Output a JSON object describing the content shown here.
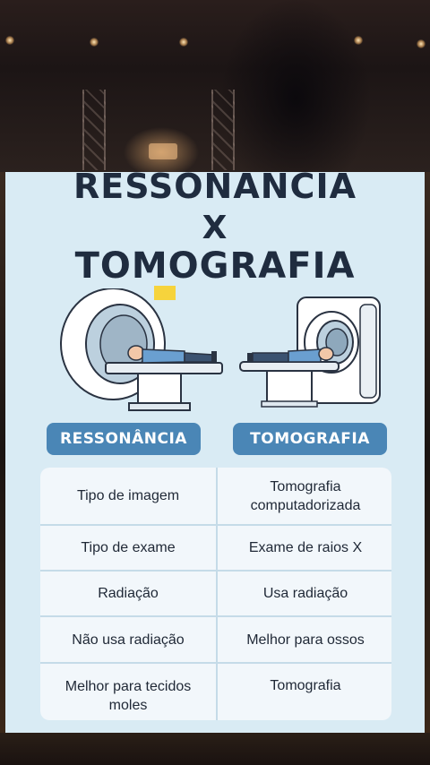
{
  "title": {
    "line1": "RESSONÂNCIA",
    "line2": "X",
    "line3": "TOMOGRAFIA"
  },
  "tags": {
    "left": "RESSONÂNCIA",
    "right": "TOMOGRAFIA"
  },
  "table": {
    "rows": [
      {
        "left": "Tipo de imagem",
        "right": "Tomografia computadorizada"
      },
      {
        "left": "Tipo de exame",
        "right": "Exame de raios X"
      },
      {
        "left": "Radiação",
        "right": "Usa radiação"
      },
      {
        "left": "Não usa radiação",
        "right": "Melhor para ossos"
      },
      {
        "left": "Melhor para tecidos moles",
        "right": "Tomografia"
      }
    ]
  },
  "colors": {
    "card_background": "#d9ebf4",
    "title_text": "#1f2c3f",
    "tag_background": "#4a86b6",
    "cell_background": "#f2f7fb"
  },
  "icons": {
    "left_illustration": "mri-scanner-icon",
    "right_illustration": "ct-scanner-icon"
  }
}
